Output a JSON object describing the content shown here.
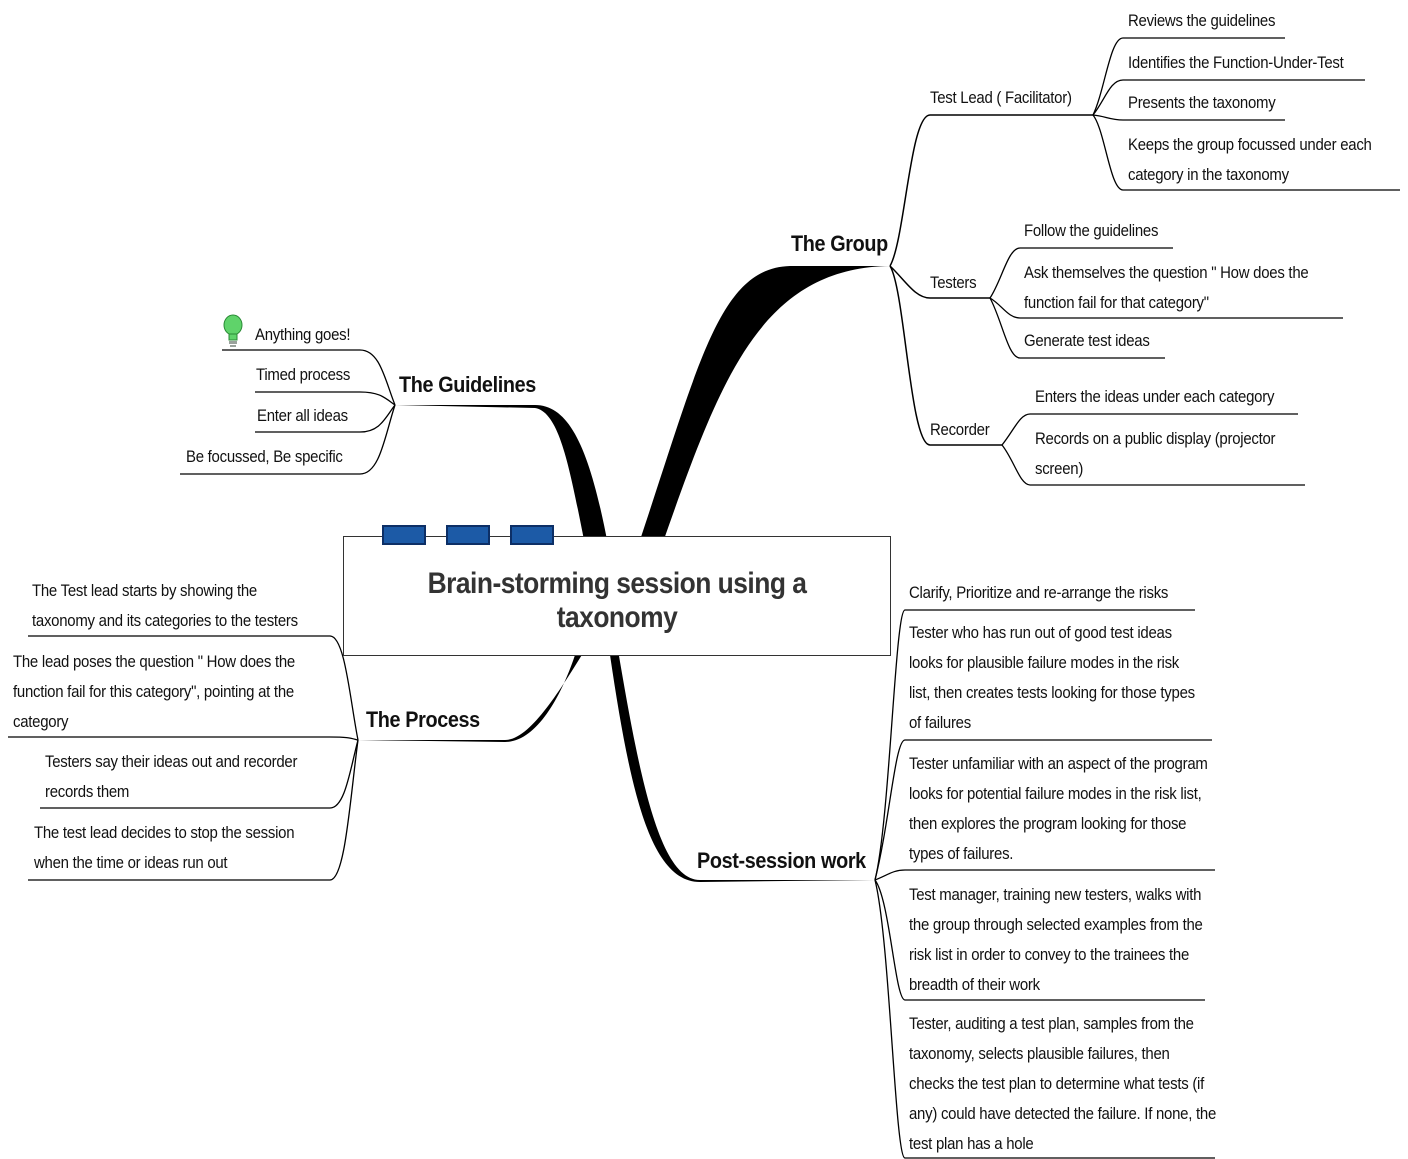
{
  "central_topic": "Brain-storming session using a taxonomy",
  "branches": {
    "group": {
      "title": "The Group",
      "test_lead": {
        "label": "Test Lead ( Facilitator)",
        "items": [
          "Reviews the guidelines",
          "Identifies the Function-Under-Test",
          "Presents the taxonomy",
          "Keeps the group focussed under each category in the taxonomy"
        ]
      },
      "testers": {
        "label": "Testers",
        "items": [
          "Follow the guidelines",
          "Ask themselves the question \" How does the function fail for that category\"",
          "Generate test ideas"
        ]
      },
      "recorder": {
        "label": "Recorder",
        "items": [
          "Enters the ideas under each category",
          "Records on a public display (projector screen)"
        ]
      }
    },
    "guidelines": {
      "title": "The Guidelines",
      "items": [
        "Anything goes!",
        "Timed process",
        "Enter all ideas",
        "Be focussed, Be specific"
      ]
    },
    "process": {
      "title": "The Process",
      "items": [
        "The Test lead starts by showing the taxonomy and its categories to the testers",
        "The lead poses the question \" How does the function fail for this category\", pointing at the category",
        "Testers say their ideas out and recorder records them",
        "The test lead decides to stop the session when the time or ideas run out"
      ]
    },
    "post": {
      "title": "Post-session work",
      "items": [
        "Clarify, Prioritize and re-arrange the risks",
        "Tester who has run out of good test ideas looks for plausible failure modes in the risk list, then creates tests looking for those types of failures",
        "Tester unfamiliar with an aspect of the program looks for potential failure modes in the risk list, then explores the program looking for those types of failures.",
        "Test manager, training new testers, walks with the group through selected examples from the risk list in order to convey to the trainees the breadth of their work",
        "Tester, auditing a test plan, samples from the taxonomy, selects plausible failures, then checks the test plan to determine what tests (if any) could have detected the failure. If none, the test plan has a hole"
      ]
    }
  },
  "icons": {
    "idea": "lightbulb-icon",
    "central_marker": "blue-bar-marker"
  },
  "colors": {
    "line": "#000000",
    "central_border": "#333333",
    "marker": "#1c5aa6",
    "bulb": "#5fd36a"
  }
}
